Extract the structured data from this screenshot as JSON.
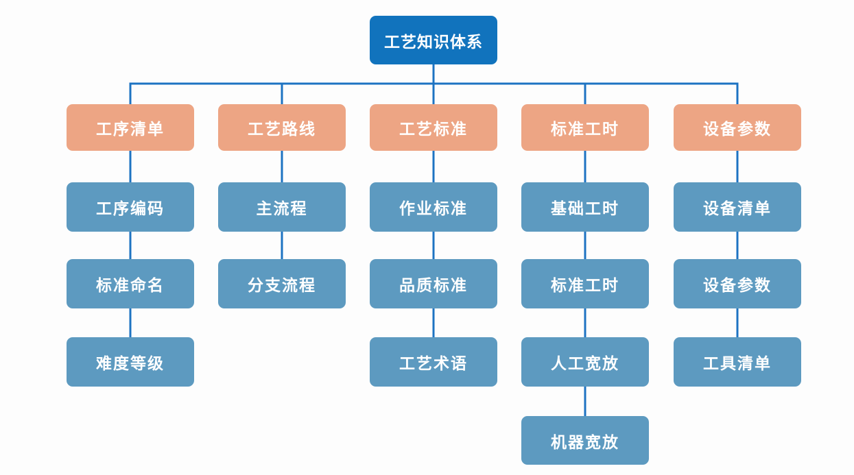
{
  "diagram": {
    "root": {
      "label": "工艺知识体系"
    },
    "branches": [
      {
        "label": "工序清单",
        "children": [
          "工序编码",
          "标准命名",
          "难度等级"
        ]
      },
      {
        "label": "工艺路线",
        "children": [
          "主流程",
          "分支流程"
        ]
      },
      {
        "label": "工艺标准",
        "children": [
          "作业标准",
          "品质标准",
          "工艺术语"
        ]
      },
      {
        "label": "标准工时",
        "children": [
          "基础工时",
          "标准工时",
          "人工宽放",
          "机器宽放"
        ]
      },
      {
        "label": "设备参数",
        "children": [
          "设备清单",
          "设备参数",
          "工具清单"
        ]
      }
    ],
    "colors": {
      "root_bg": "#1173bd",
      "branch_bg": "#eda584",
      "child_bg": "#5d9ac0",
      "line": "#1d73c2",
      "text": "#ffffff",
      "background": "#fdfdfd"
    }
  }
}
